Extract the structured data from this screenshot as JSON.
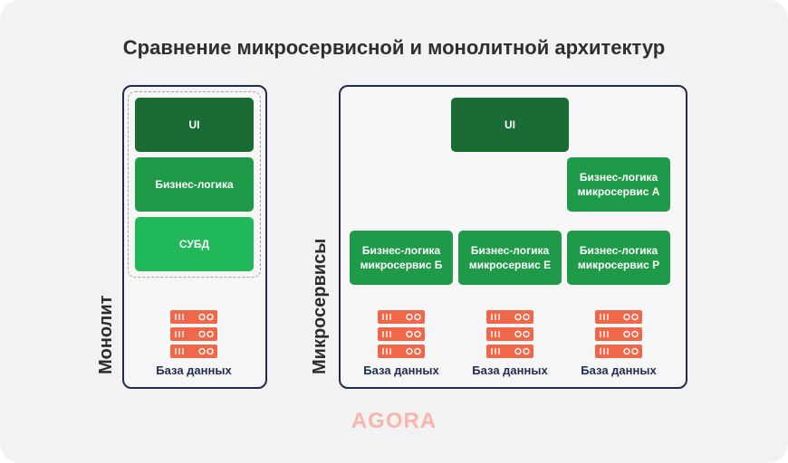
{
  "title": "Сравнение микросервисной и монолитной архитектур",
  "monolith": {
    "label": "Монолит",
    "ui": "UI",
    "business": "Бизнес-логика",
    "dbms": "СУБД",
    "db_label": "База данных"
  },
  "micro": {
    "label": "Микросервисы",
    "ui": "UI",
    "service_a": "Бизнес-логика микросервис А",
    "service_b": "Бизнес-логика микросервис Б",
    "service_e": "Бизнес-логика микросервис Е",
    "service_r": "Бизнес-логика микросервис Р",
    "db_label": "База данных"
  },
  "logo": "AGORA",
  "colors": {
    "ui_green": "#1b6b35",
    "service_green": "#1f9a48",
    "dbms_green": "#21b85a",
    "db_orange": "#f0674a",
    "frame": "#1e2d4f"
  },
  "icons": [
    "database-server-icon"
  ]
}
